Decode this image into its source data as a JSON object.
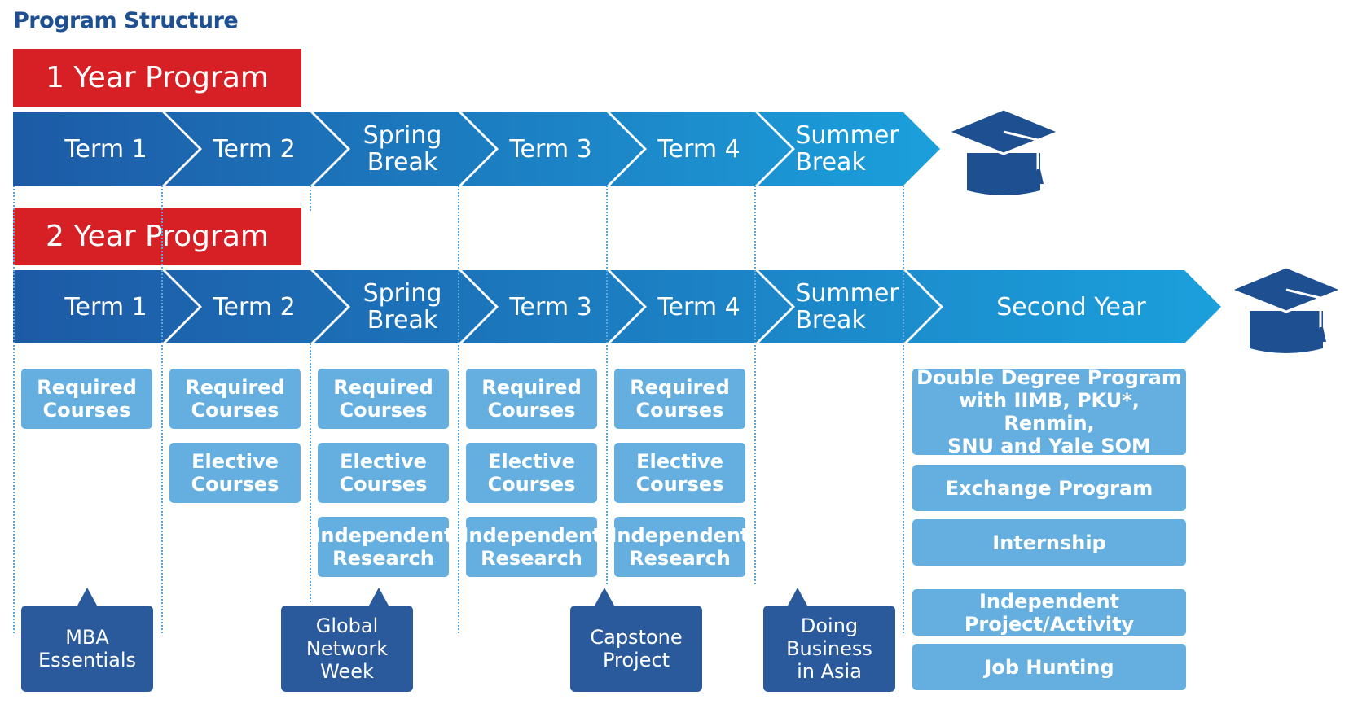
{
  "title": "Program Structure",
  "program1": {
    "label": "1 Year Program",
    "steps": [
      "Term 1",
      "Term 2",
      "Spring\nBreak",
      "Term 3",
      "Term 4",
      "Summer\nBreak"
    ]
  },
  "program2": {
    "label": "2 Year Program",
    "steps": [
      "Term 1",
      "Term 2",
      "Spring\nBreak",
      "Term 3",
      "Term 4",
      "Summer\nBreak",
      "Second Year"
    ]
  },
  "courses": {
    "required": "Required\nCourses",
    "elective": "Elective\nCourses",
    "research": "Independent\nResearch"
  },
  "second_year": [
    "Double Degree Program\nwith IIMB, PKU*, Renmin,\nSNU and Yale SOM",
    "Exchange Program",
    "Internship",
    "Independent Project/Activity",
    "Job Hunting"
  ],
  "events": {
    "mba": "MBA\nEssentials",
    "gnw": "Global\nNetwork Week",
    "capstone": "Capstone\nProject",
    "asia": "Doing\nBusiness\nin Asia"
  },
  "icons": [
    "graduation-cap-icon"
  ],
  "colors": {
    "banner": "#d71f26",
    "arrow_dark": "#1d5aa6",
    "arrow_light": "#1ba0dc",
    "box": "#64afe0",
    "event": "#2a5a9c",
    "cap": "#1d4f91"
  }
}
